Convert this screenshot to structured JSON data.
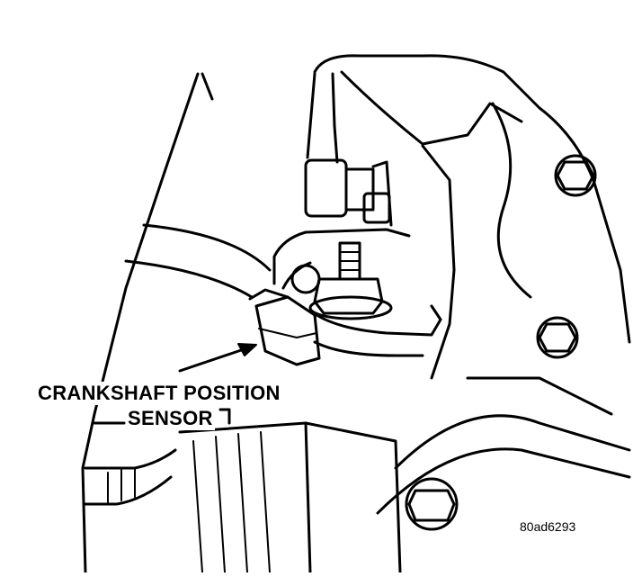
{
  "diagram": {
    "callout_label_line1": "CRANKSHAFT POSITION",
    "callout_label_line2": "SENSOR",
    "figure_id": "80ad6293"
  },
  "colors": {
    "ink": "#000000",
    "paper": "#ffffff"
  },
  "icons": {
    "callout_arrow": "arrow-pointer-icon"
  }
}
